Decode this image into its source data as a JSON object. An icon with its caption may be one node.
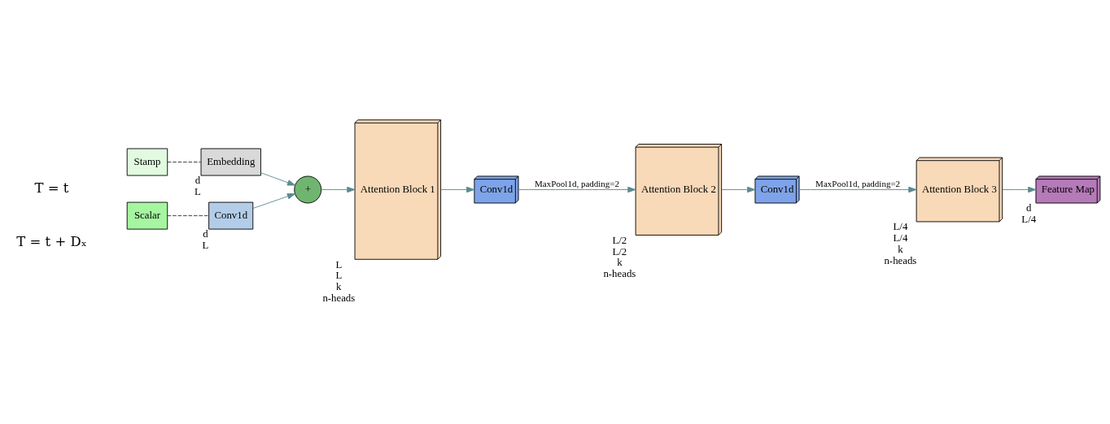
{
  "diagram": {
    "nodes": [
      {
        "text": [
          "Scalar"
        ]
      },
      {
        "text": [
          "Stamp"
        ]
      },
      {
        "text": [
          "Conv1d"
        ],
        "beside": [
          "d",
          "L"
        ]
      },
      {
        "text": [
          "Embedding"
        ],
        "beside": [
          "d",
          "L"
        ]
      },
      {
        "text": [
          "+"
        ]
      },
      {
        "text": [
          "Attention Block 1"
        ],
        "beside": [
          "L",
          "L",
          "k",
          "n-heads"
        ]
      },
      {
        "text": [
          "Conv1d"
        ]
      },
      {
        "text": [
          "Attention Block 2"
        ],
        "beside": [
          "L/2",
          "L/2",
          "k",
          "n-heads"
        ]
      },
      {
        "text": [
          "Conv1d"
        ]
      },
      {
        "text": [
          "Attention Block 3"
        ],
        "beside": [
          "L/4",
          "L/4",
          "k",
          "n-heads"
        ]
      },
      {
        "text": [
          "Feature Map"
        ],
        "beside": [
          "d",
          "L/4"
        ]
      }
    ],
    "edges": [
      {
        "from": 0,
        "to": 2,
        "arrow": "none",
        "style": "dashed",
        "color": "#333333"
      },
      {
        "from": 1,
        "to": 3,
        "arrow": "none",
        "style": "dashed",
        "color": "#333333"
      },
      {
        "from": 2,
        "to": 4,
        "arrow": "to"
      },
      {
        "from": 3,
        "to": 4,
        "arrow": "to"
      },
      {
        "from": 4,
        "to": 5,
        "arrow": "to"
      },
      {
        "from": 5,
        "to": 6,
        "arrow": "to"
      },
      {
        "from": 6,
        "to": 7,
        "arrow": "to",
        "label": "MaxPool1d, padding=2"
      },
      {
        "from": 7,
        "to": 8,
        "arrow": "to"
      },
      {
        "from": 8,
        "to": 9,
        "arrow": "to",
        "label": "MaxPool1d, padding=2"
      },
      {
        "from": 9,
        "to": 10,
        "arrow": "to"
      }
    ],
    "labels": [
      "T = t",
      "T = t + Dₓ"
    ]
  }
}
